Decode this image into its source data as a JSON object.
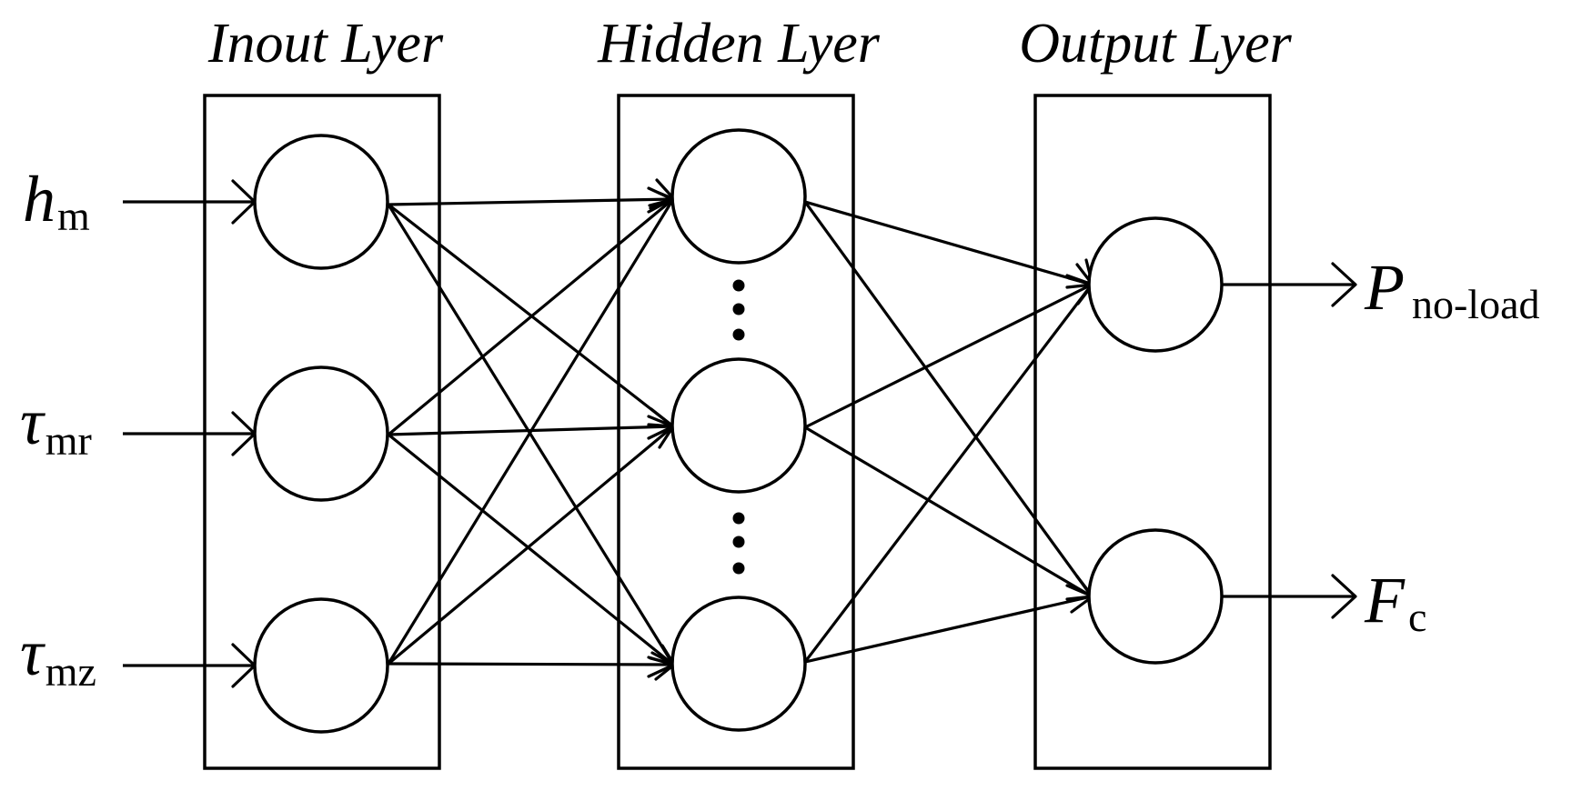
{
  "layers": [
    {
      "title": "Inout Lyer"
    },
    {
      "title": "Hidden Lyer"
    },
    {
      "title": "Output Lyer"
    }
  ],
  "inputs": [
    {
      "symbol": "h",
      "subscript": "m"
    },
    {
      "symbol": "τ",
      "subscript": "mr"
    },
    {
      "symbol": "τ",
      "subscript": "mz"
    }
  ],
  "outputs": [
    {
      "symbol": "P",
      "subscript": "no-load"
    },
    {
      "symbol": "F",
      "subscript": "c"
    }
  ]
}
